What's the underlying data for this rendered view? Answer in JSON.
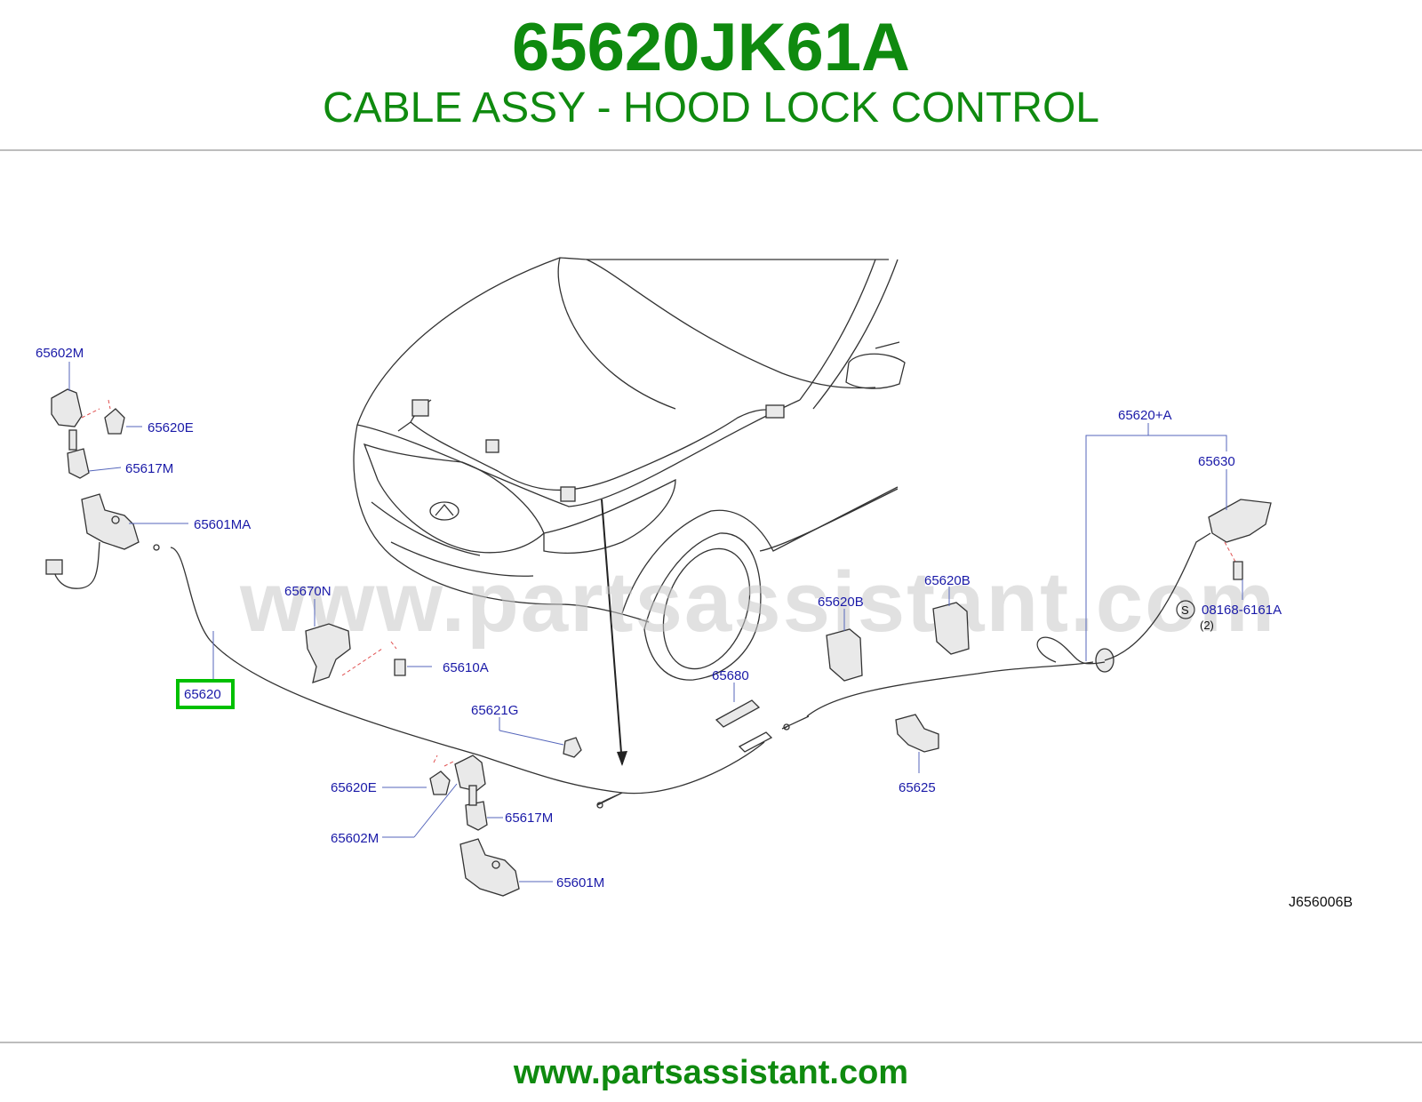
{
  "header": {
    "part_number": "65620JK61A",
    "part_name": "CABLE ASSY - HOOD LOCK CONTROL"
  },
  "watermark": "www.partsassistant.com",
  "footer": {
    "url": "www.partsassistant.com"
  },
  "diagram": {
    "code": "J656006B",
    "highlight_color": "#00c000",
    "labels": {
      "l_65602m_top": "65602M",
      "l_65620e_top": "65620E",
      "l_65617m_top": "65617M",
      "l_65601ma": "65601MA",
      "l_65670n": "65670N",
      "l_65610a": "65610A",
      "l_65620": "65620",
      "l_65621g": "65621G",
      "l_65620e_bot": "65620E",
      "l_65602m_bot": "65602M",
      "l_65617m_bot": "65617M",
      "l_65601m": "65601M",
      "l_65680": "65680",
      "l_65620b_1": "65620B",
      "l_65620b_2": "65620B",
      "l_65625": "65625",
      "l_65620a": "65620+A",
      "l_65630": "65630",
      "l_s": "S",
      "l_08168": "08168-6161A",
      "l_qty": "(2)"
    }
  }
}
